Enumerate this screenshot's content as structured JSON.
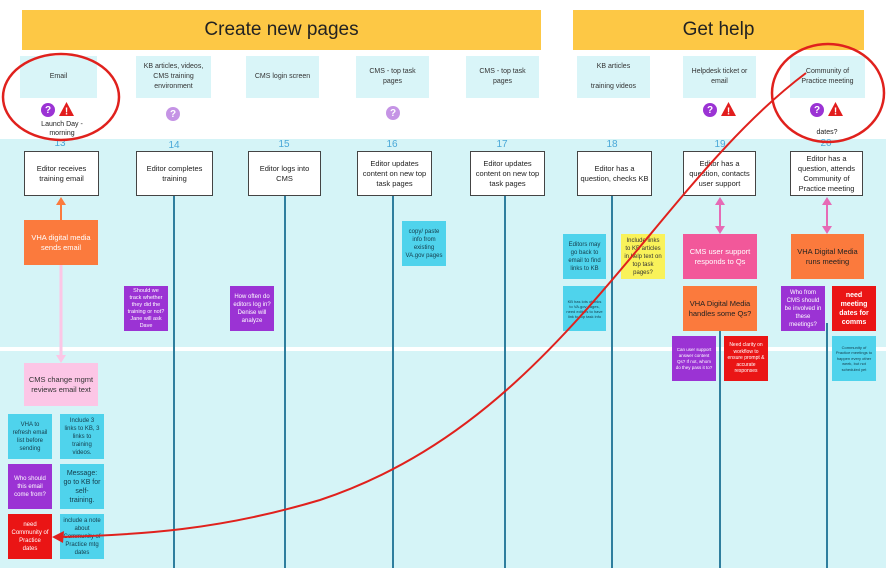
{
  "headers": {
    "create": "Create new pages",
    "help": "Get help"
  },
  "top_cards": [
    {
      "text": "Email"
    },
    {
      "text": "KB articles, videos, CMS training environment"
    },
    {
      "text": "CMS login screen"
    },
    {
      "text": "CMS - top task pages"
    },
    {
      "text": "CMS - top task pages"
    },
    {
      "text": "KB articles\n\ntraining videos"
    },
    {
      "text": "Helpdesk ticket or email"
    },
    {
      "text": "Community of Practice meeting"
    }
  ],
  "indicators": {
    "q": "?",
    "warn": "!",
    "launch_note": "Launch Day - morning",
    "dates_note": "dates?"
  },
  "numbers": [
    "13",
    "14",
    "15",
    "16",
    "17",
    "18",
    "19",
    "20"
  ],
  "steps": [
    "Editor receives training email",
    "Editor completes training",
    "Editor logs into CMS",
    "Editor updates content on new top task pages",
    "Editor updates content on new top task pages",
    "Editor has a question, checks KB",
    "Editor has a question, contacts user support",
    "Editor has a question, attends Community of Practice meeting"
  ],
  "stickies": {
    "vha_sends": "VHA digital media sends email",
    "cms_change": "CMS change mgmt reviews email text",
    "vha_refresh": "VHA to refresh email list before sending",
    "include_links": "Include 3 links to KB, 3 links to training videos.",
    "who_email": "Who should this email come from?",
    "message_kb": "Message: go to KB for self-training.",
    "need_cop": "need Community of Practice dates",
    "include_note": "include a note about Community of Practice mtg dates",
    "track_training": "Should we track whether they did the training or not? Jane will ask Dave",
    "editors_log": "How often do editors log in? Denise will analyze",
    "copy_paste": "copy/ paste info from existing VA.gov pages",
    "editors_email": "Editors may go back to email to find links to KB",
    "kb_links": "KB has lots of links to VA.gov pages, need editors to have link to top task info",
    "include_kb": "Include links to KB articles in help text on top task pages?",
    "cms_support": "CMS user support responds to Qs",
    "vha_handles": "VHA Digital Media handles some Qs?",
    "user_support_q": "Can user support answer content Qs? If not, whom do they pass it to?",
    "need_clarity": "Need clarity on workflow to ensure prompt & accurate responses",
    "vha_meeting": "VHA Digital Media runs meeting",
    "who_from_cms": "Who from CMS should be involved in these meetings?",
    "need_meeting": "need meeting dates for comms",
    "cop_meetings": "Community of Practice meetings to happen every other week, but not scheduled yet"
  },
  "colors": {
    "header": "#fdc845",
    "band": "#d5f4f7",
    "annotation": "#e0211d",
    "connector_pink": "#e66ab6",
    "connector_orange": "#fb7a3d"
  }
}
